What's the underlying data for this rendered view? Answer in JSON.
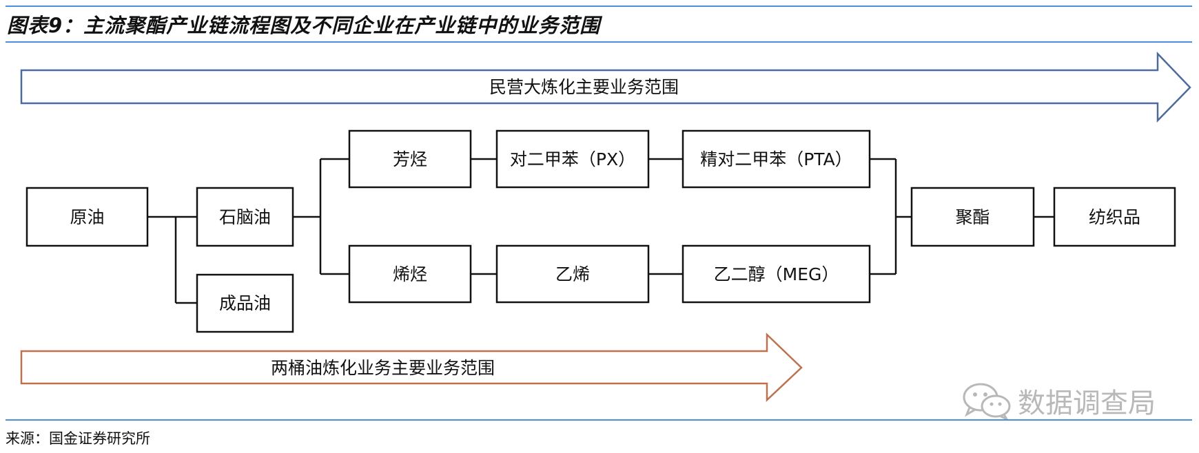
{
  "title": "图表9：主流聚酯产业链流程图及不同企业在产业链中的业务范围",
  "source": "来源：国金证券研究所",
  "watermark": "数据调查局",
  "watermark_icon": "wechat-icon",
  "colors": {
    "rule": "#4a90d9",
    "private_arrow": "#4a6aa0",
    "state_arrow": "#c0704a",
    "box_border": "#111111"
  },
  "arrows": {
    "private": "民营大炼化主要业务范围",
    "state": "两桶油炼化业务主要业务范围"
  },
  "nodes": {
    "crude_oil": "原油",
    "naphtha": "石脑油",
    "refined_oil": "成品油",
    "aromatics": "芳烃",
    "olefins": "烯烃",
    "px": "对二甲苯（PX）",
    "ethylene": "乙烯",
    "pta": "精对二甲苯（PTA）",
    "meg": "乙二醇（MEG）",
    "polyester": "聚酯",
    "textiles": "纺织品"
  }
}
